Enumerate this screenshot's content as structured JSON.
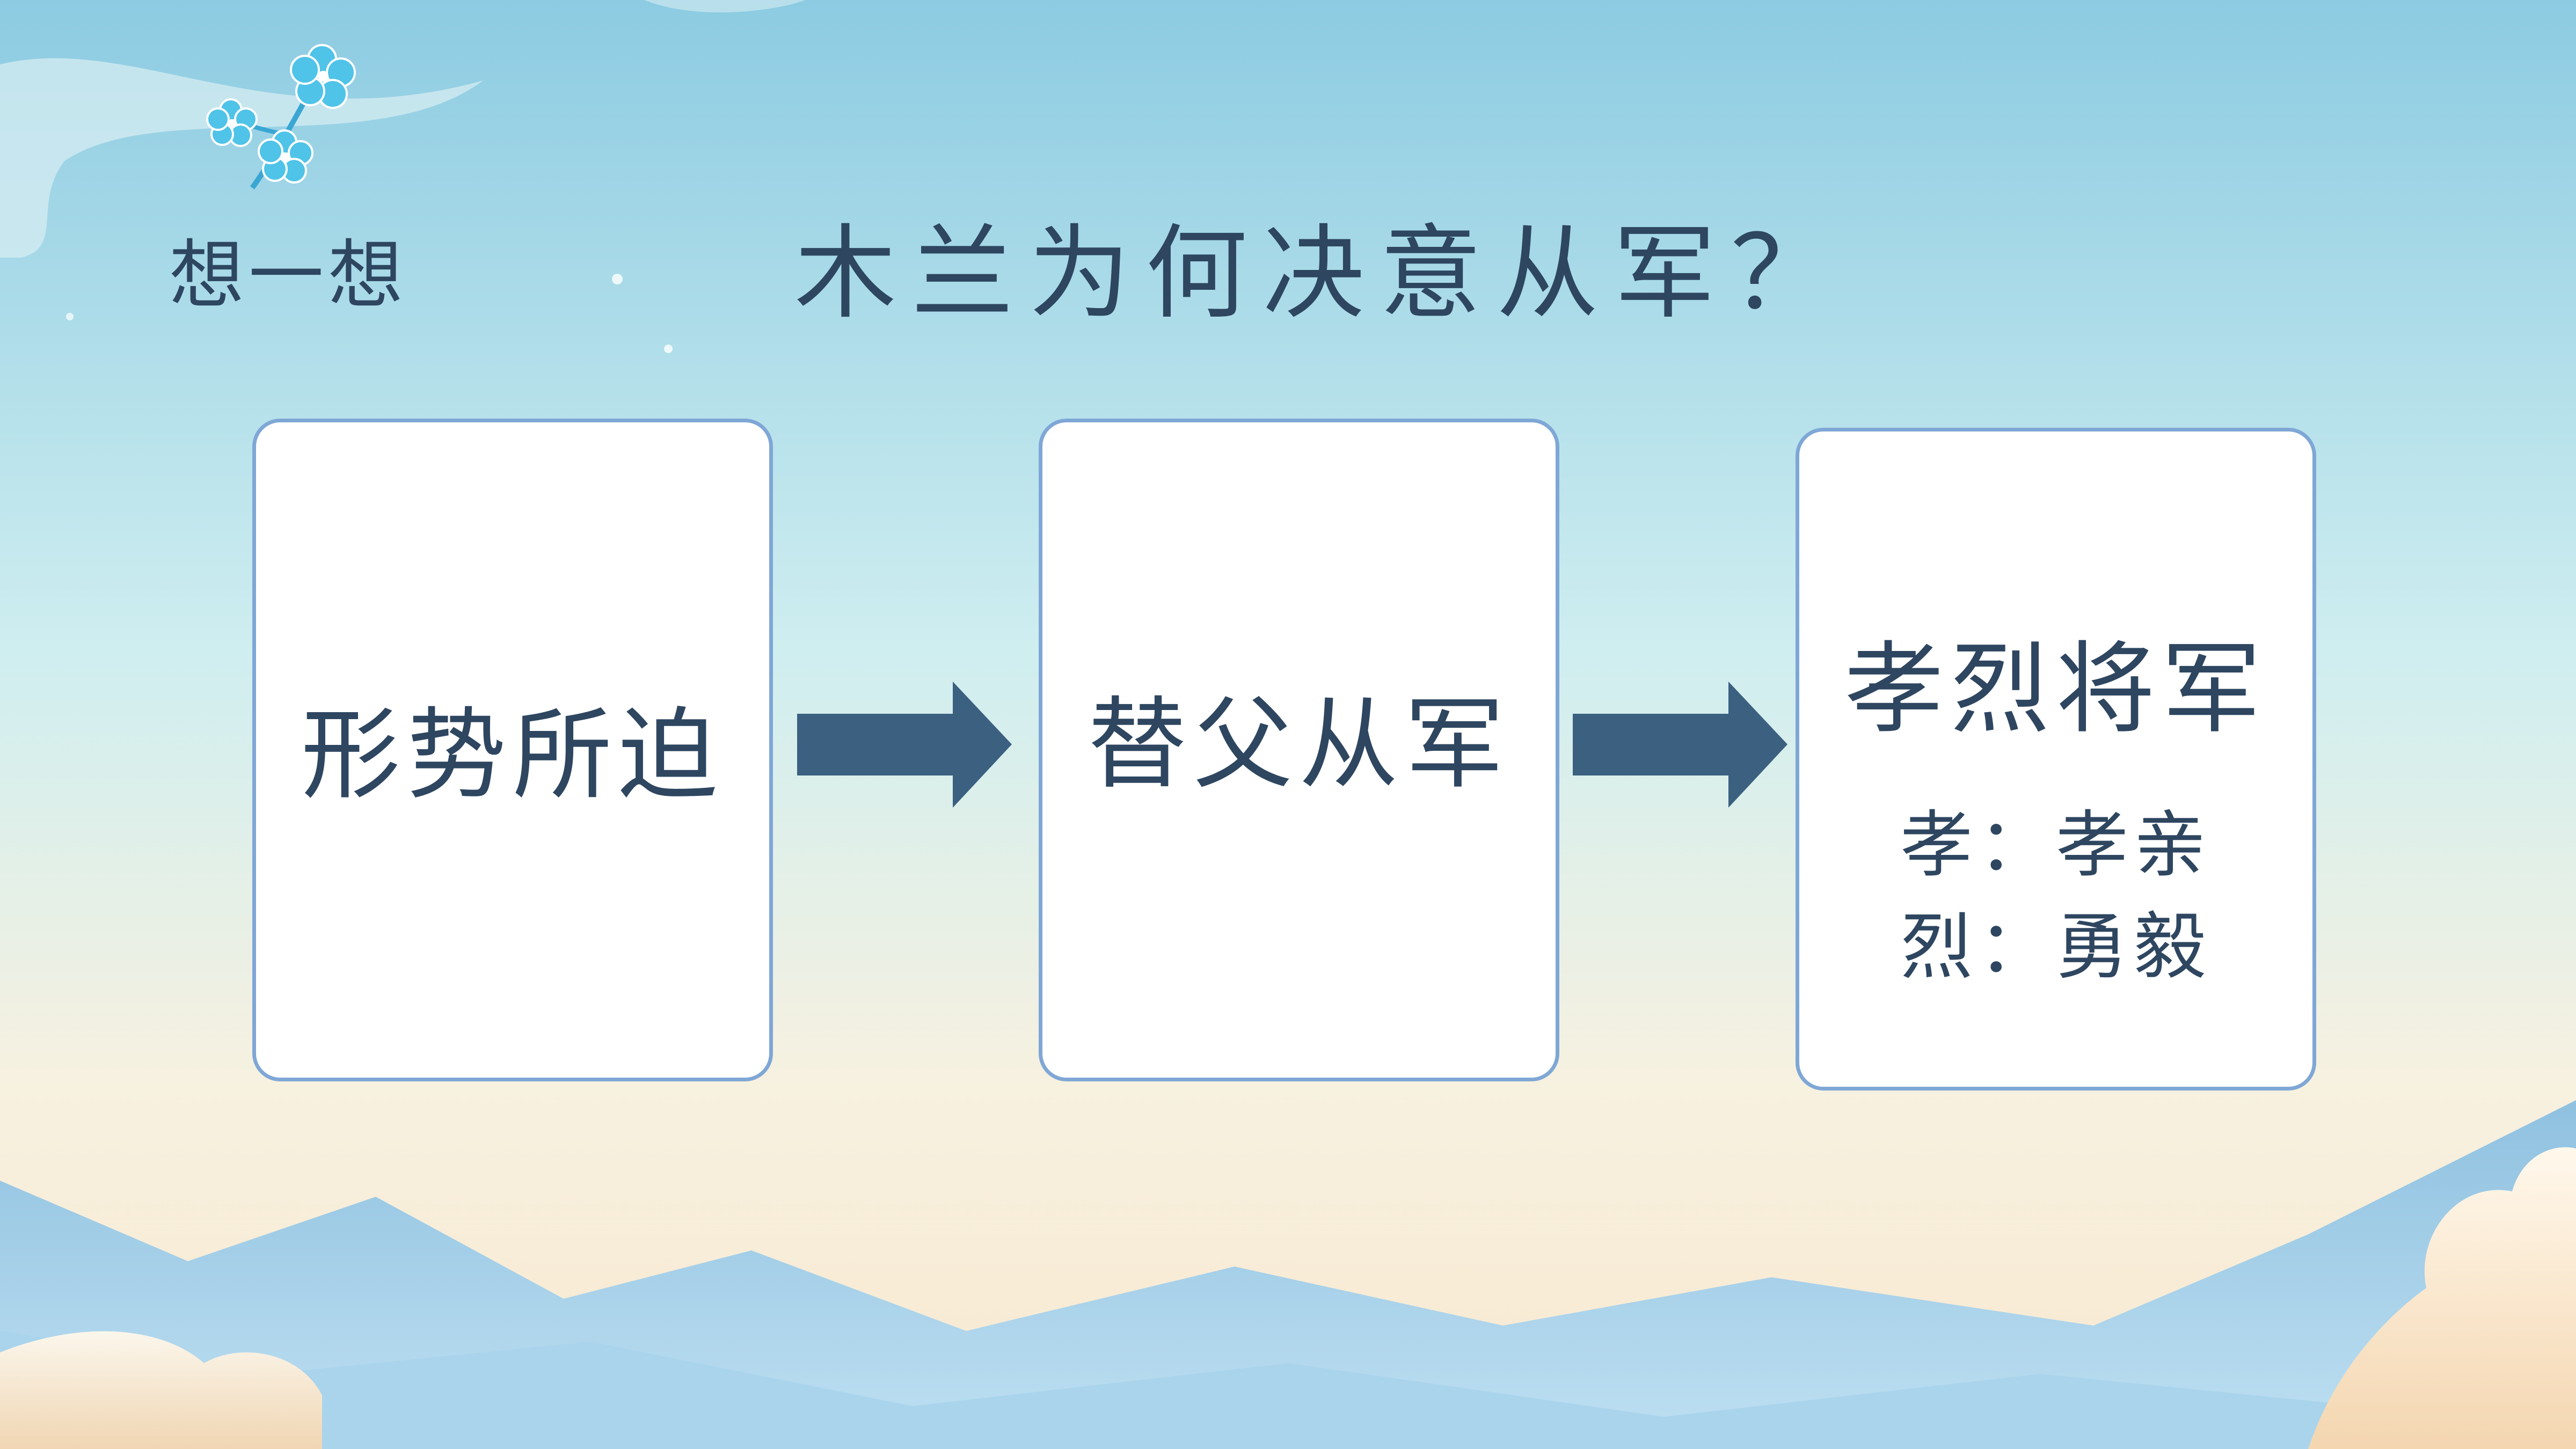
{
  "slide": {
    "label": "想一想",
    "title": "木兰为何决意从军？"
  },
  "diagram": {
    "steps": [
      {
        "text": "形势所迫"
      },
      {
        "text": "替父从军"
      },
      {
        "text": "孝烈将军",
        "notes": [
          "孝：孝亲",
          "烈：勇毅"
        ]
      }
    ]
  },
  "colors": {
    "text": "#2e4660",
    "arrow": "#3b6080",
    "box_border": "#7fa7d6",
    "box_fill": "#ffffff",
    "flower": "#4fc3e8"
  },
  "icons": {
    "decoration": "blossom-branch-icon",
    "connector": "right-arrow-icon"
  }
}
